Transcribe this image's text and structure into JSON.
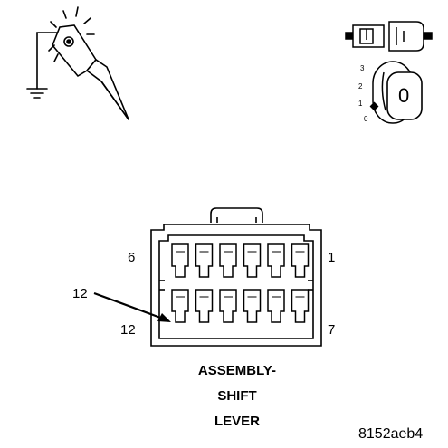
{
  "connector": {
    "pin_top_left": "6",
    "pin_top_right": "1",
    "pin_bottom_left": "12",
    "pin_bottom_right": "7",
    "callout": "12",
    "rows": 2,
    "cols": 6
  },
  "caption": {
    "line1": "ASSEMBLY-",
    "line2": "SHIFT",
    "line3": "LEVER"
  },
  "ignition_key": {
    "positions": [
      "3",
      "2",
      "1",
      "0"
    ],
    "key_label": "0"
  },
  "figure_id": "8152aeb4",
  "icons": [
    "test-probe-ground-icon",
    "disconnected-connector-icon",
    "ignition-key-icon"
  ]
}
